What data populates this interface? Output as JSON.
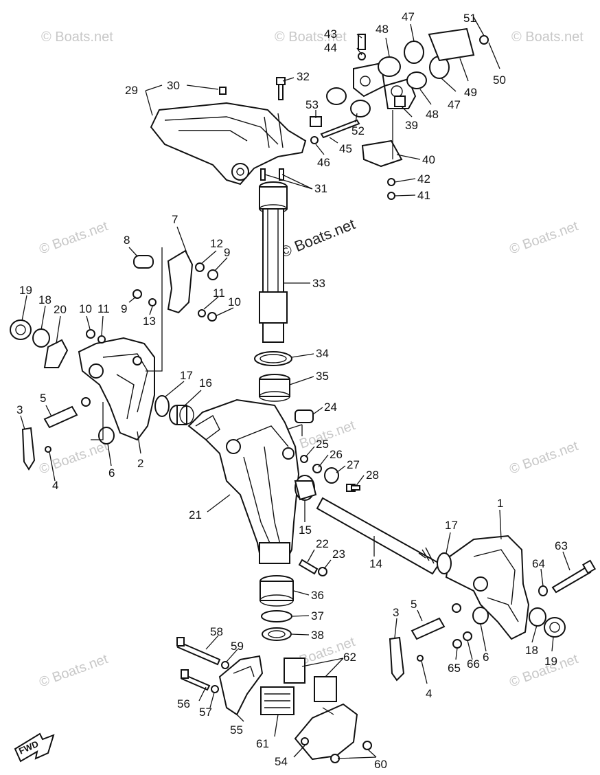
{
  "colors": {
    "line": "#111111",
    "watermark": "#c8c8c8",
    "background": "#ffffff"
  },
  "watermarks": {
    "corner": "© Boats.net",
    "center": "© Boats.net"
  },
  "fwd_label": "FWD",
  "fwd_icon": "forward-arrow-icon",
  "callouts": [
    {
      "id": "1",
      "label": "1"
    },
    {
      "id": "2",
      "label": "2"
    },
    {
      "id": "3a",
      "label": "3"
    },
    {
      "id": "3b",
      "label": "3"
    },
    {
      "id": "4a",
      "label": "4"
    },
    {
      "id": "4b",
      "label": "4"
    },
    {
      "id": "5a",
      "label": "5"
    },
    {
      "id": "5b",
      "label": "5"
    },
    {
      "id": "6a",
      "label": "6"
    },
    {
      "id": "6b",
      "label": "6"
    },
    {
      "id": "7",
      "label": "7"
    },
    {
      "id": "8",
      "label": "8"
    },
    {
      "id": "9a",
      "label": "9"
    },
    {
      "id": "9b",
      "label": "9"
    },
    {
      "id": "10a",
      "label": "10"
    },
    {
      "id": "10b",
      "label": "10"
    },
    {
      "id": "11a",
      "label": "11"
    },
    {
      "id": "11b",
      "label": "11"
    },
    {
      "id": "12",
      "label": "12"
    },
    {
      "id": "13",
      "label": "13"
    },
    {
      "id": "14",
      "label": "14"
    },
    {
      "id": "15",
      "label": "15"
    },
    {
      "id": "16",
      "label": "16"
    },
    {
      "id": "17a",
      "label": "17"
    },
    {
      "id": "17b",
      "label": "17"
    },
    {
      "id": "18a",
      "label": "18"
    },
    {
      "id": "18b",
      "label": "18"
    },
    {
      "id": "19a",
      "label": "19"
    },
    {
      "id": "19b",
      "label": "19"
    },
    {
      "id": "20",
      "label": "20"
    },
    {
      "id": "21",
      "label": "21"
    },
    {
      "id": "22",
      "label": "22"
    },
    {
      "id": "23",
      "label": "23"
    },
    {
      "id": "24",
      "label": "24"
    },
    {
      "id": "25",
      "label": "25"
    },
    {
      "id": "26",
      "label": "26"
    },
    {
      "id": "27",
      "label": "27"
    },
    {
      "id": "28",
      "label": "28"
    },
    {
      "id": "29",
      "label": "29"
    },
    {
      "id": "30",
      "label": "30"
    },
    {
      "id": "31",
      "label": "31"
    },
    {
      "id": "32",
      "label": "32"
    },
    {
      "id": "33",
      "label": "33"
    },
    {
      "id": "34",
      "label": "34"
    },
    {
      "id": "35",
      "label": "35"
    },
    {
      "id": "36",
      "label": "36"
    },
    {
      "id": "37",
      "label": "37"
    },
    {
      "id": "38",
      "label": "38"
    },
    {
      "id": "39",
      "label": "39"
    },
    {
      "id": "40",
      "label": "40"
    },
    {
      "id": "41",
      "label": "41"
    },
    {
      "id": "42",
      "label": "42"
    },
    {
      "id": "43",
      "label": "43"
    },
    {
      "id": "44",
      "label": "44"
    },
    {
      "id": "45",
      "label": "45"
    },
    {
      "id": "46",
      "label": "46"
    },
    {
      "id": "47a",
      "label": "47"
    },
    {
      "id": "47b",
      "label": "47"
    },
    {
      "id": "48a",
      "label": "48"
    },
    {
      "id": "48b",
      "label": "48"
    },
    {
      "id": "49",
      "label": "49"
    },
    {
      "id": "50",
      "label": "50"
    },
    {
      "id": "51",
      "label": "51"
    },
    {
      "id": "52",
      "label": "52"
    },
    {
      "id": "53",
      "label": "53"
    },
    {
      "id": "54",
      "label": "54"
    },
    {
      "id": "55",
      "label": "55"
    },
    {
      "id": "56",
      "label": "56"
    },
    {
      "id": "57",
      "label": "57"
    },
    {
      "id": "58",
      "label": "58"
    },
    {
      "id": "59",
      "label": "59"
    },
    {
      "id": "60",
      "label": "60"
    },
    {
      "id": "61",
      "label": "61"
    },
    {
      "id": "62",
      "label": "62"
    },
    {
      "id": "63",
      "label": "63"
    },
    {
      "id": "64",
      "label": "64"
    },
    {
      "id": "65",
      "label": "65"
    },
    {
      "id": "66",
      "label": "66"
    }
  ]
}
